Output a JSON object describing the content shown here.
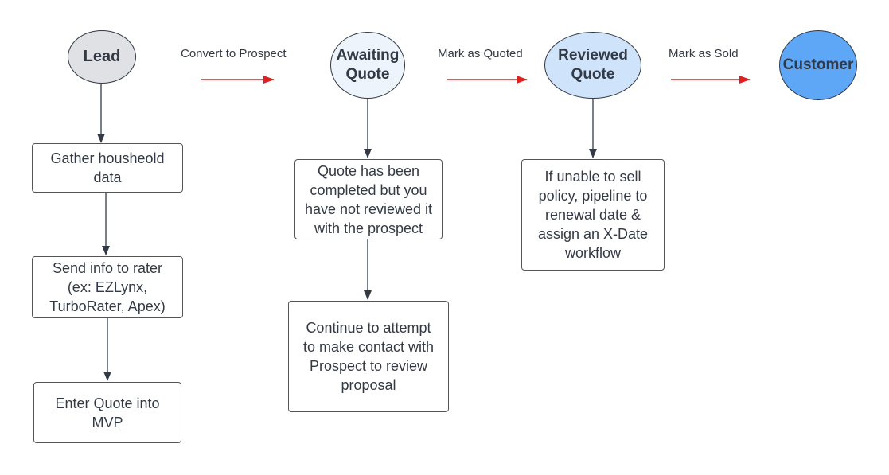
{
  "colors": {
    "lead_fill": "#e0e1e5",
    "awaiting_fill": "#eef4fc",
    "reviewed_fill": "#cfe3fb",
    "customer_fill": "#5ea7f6",
    "transition_arrow": "#e02020",
    "flow_arrow": "#333a45"
  },
  "stages": {
    "lead": "Lead",
    "awaiting_quote": "Awaiting Quote",
    "reviewed_quote": "Reviewed Quote",
    "customer": "Customer"
  },
  "transitions": {
    "to_prospect": "Convert to Prospect",
    "to_quoted": "Mark as Quoted",
    "to_sold": "Mark as Sold"
  },
  "steps": {
    "gather": "Gather housheold data",
    "send_rater": "Send info to rater (ex: EZLynx, TurboRater, Apex)",
    "enter_quote": "Enter Quote into MVP",
    "quote_completed": "Quote has been completed but you have not reviewed it with the prospect",
    "continue_contact": "Continue to attempt to make contact with Prospect to review proposal",
    "unable_to_sell": "If unable to sell policy, pipeline to renewal date & assign an X-Date workflow"
  }
}
